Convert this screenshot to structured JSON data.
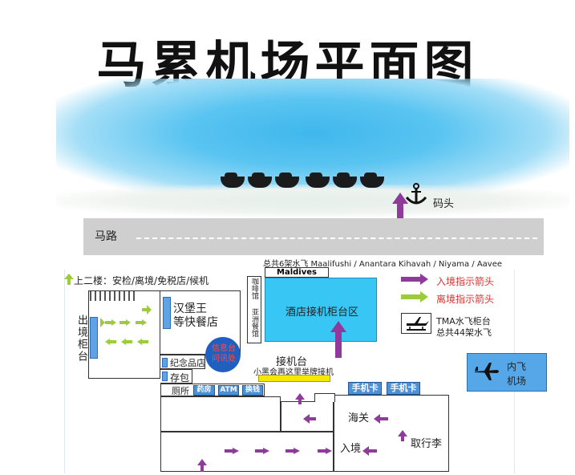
{
  "title": "马累机场平面图",
  "wharf_label": "码头",
  "road_label": "马路",
  "seaplane_note": "总共6架水飞 Maalifushi / Anantara Kihavah / Niyama / Aavee",
  "maldives_seaplane": "Maldives Seaplane",
  "upstairs_note": "上二楼：安检/离境/免税店/候机",
  "departure_counter": "出境柜台",
  "burger_king_line1": "汉堡王",
  "burger_king_line2": "等快餐店",
  "cafe": "咖啡馆",
  "asia_restaurant": "亚洲餐馆",
  "hotel_pickup_zone": "酒店接机柜台区",
  "info_desk": "信息台问讯处",
  "souvenir": "纪念品店",
  "luggage_storage": "存包",
  "toilet": "厕所",
  "pharmacy": "药房",
  "atm": "ATM",
  "exchange": "换钱",
  "pickup_counter": "接机台",
  "pickup_note": "小黑会再这里举牌接机",
  "sim_card_1": "手机卡",
  "sim_card_2": "手机卡",
  "customs": "海关",
  "immigration": "入境",
  "baggage_claim": "取行李",
  "legend": {
    "arrival_arrow": "入境指示箭头",
    "departure_arrow": "离境指示箭头",
    "tma_line1": "TMA水飞柜台",
    "tma_line2": "总共44架水飞",
    "arrival_color": "#8e3b9b",
    "departure_color": "#9ccc3c"
  },
  "domestic_flight_line1": "内飞",
  "domestic_flight_line2": "机场"
}
